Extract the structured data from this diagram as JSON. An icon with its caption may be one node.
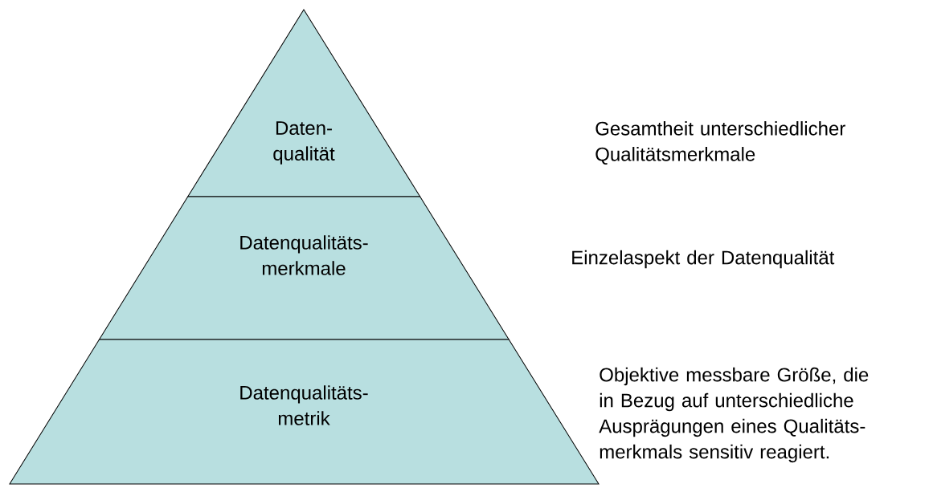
{
  "diagram": {
    "nodes": [
      {
        "text": [
          "Daten- qualität"
        ]
      },
      {
        "text": [
          "Datenqualitäts- merkmale"
        ]
      },
      {
        "text": [
          "Datenqualitäts- metrik"
        ]
      }
    ],
    "labels": [
      "Gesamtheit unterschiedlicher Qualitätsmerkmale",
      "Einzelaspekt der Datenqualität",
      "Objektive messbare Größe, die in Bezug auf unterschiedliche Ausprägungen eines Qualitäts- merkmals sensitiv reagiert."
    ]
  }
}
